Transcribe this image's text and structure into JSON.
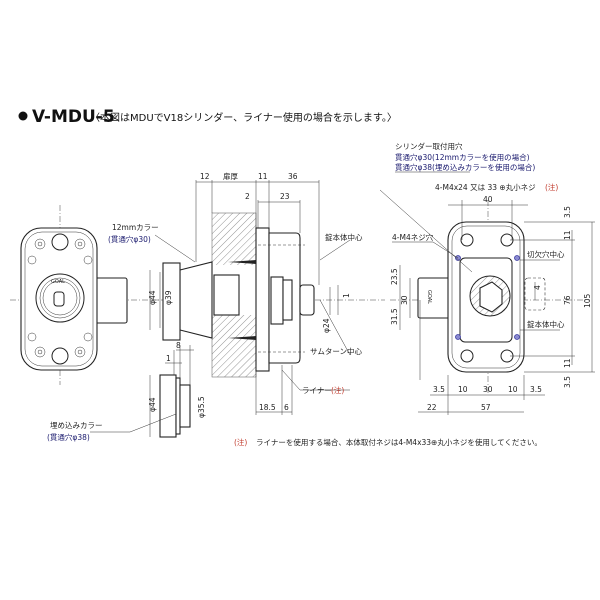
{
  "title": {
    "model": "V-MDU-5",
    "note": "〈本図はMDUでV18シリンダー、ライナー使用の場合を示します。〉"
  },
  "front_view": {
    "logo": "GOAL"
  },
  "side_view": {
    "dims_top": [
      "12",
      "扉厚",
      "11",
      "36"
    ],
    "dims_second": [
      "2",
      "23"
    ],
    "collar_label": "12mmカラー",
    "collar_hole": "(貫通穴φ30)",
    "phi44": "φ44",
    "phi39": "φ39",
    "lock_center": "錠本体中心",
    "one": "1",
    "phi24": "φ24",
    "thumbturn_center": "サムターン中心",
    "liner": "ライナー",
    "liner_note": "(注)",
    "dims_bottom": [
      "18.5",
      "6"
    ]
  },
  "collar_view": {
    "dims": [
      "8",
      "1"
    ],
    "phi44": "φ44",
    "phi35_5": "φ35.5",
    "label": "埋め込みカラー",
    "hole": "(貫通穴φ38)"
  },
  "rear_view": {
    "cyl_hole_title": "シリンダー取付用穴",
    "cyl_hole_30": "貫通穴φ30(12mmカラーを使用の場合)",
    "cyl_hole_38": "貫通穴φ38(埋め込みカラーを使用の場合)",
    "screw_label": "4-M4x24 又は 33 ⊕丸小ネジ",
    "screw_note": "(注)",
    "m4_hole": "4-M4ネジ穴",
    "dim_40": "40",
    "right_dims": [
      "3.5",
      "11",
      "76",
      "105",
      "11",
      "3.5"
    ],
    "left_dims": [
      "23.5",
      "30",
      "31.5"
    ],
    "notch_center": "切欠穴中心",
    "lock_center": "錠本体中心",
    "four": "4",
    "bottom_dims": [
      "3.5",
      "10",
      "30",
      "10",
      "3.5"
    ],
    "bottom_dims2": [
      "22",
      "57"
    ],
    "logo": "GOAL"
  },
  "footnote": {
    "mark": "(注)",
    "text": "ライナーを使用する場合、本体取付ネジは4-M4x33⊕丸小ネジを使用してください。"
  },
  "colors": {
    "text": "#222222",
    "blue": "#1a1a6e",
    "note_red": "#c0392b",
    "screw_blue": "#3a3aa0"
  }
}
